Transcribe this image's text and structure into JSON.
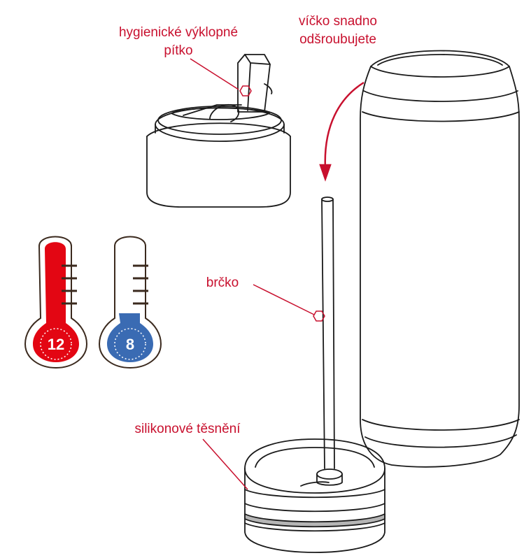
{
  "labels": {
    "straw_top": {
      "line1": "hygienické výklopné",
      "line2": "pítko"
    },
    "lid": {
      "line1": "víčko snadno",
      "line2": "odšroubujete"
    },
    "straw": "brčko",
    "seal": "silikonové těsnění"
  },
  "thermometers": {
    "hot": {
      "value": "12",
      "color": "#e30613"
    },
    "cold": {
      "value": "8",
      "color": "#3a6bb3"
    }
  },
  "colors": {
    "accent": "#c8102e",
    "outline": "#1a1a1a",
    "tick": "#3b2a1e",
    "seal_band": "#b5b5b5"
  }
}
